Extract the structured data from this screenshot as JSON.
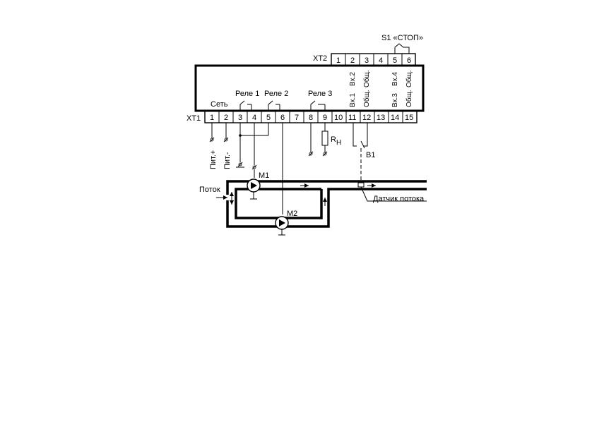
{
  "xt1": {
    "label": "XT1",
    "pins": [
      "1",
      "2",
      "3",
      "4",
      "5",
      "6",
      "7",
      "8",
      "9",
      "10",
      "11",
      "12",
      "13",
      "14",
      "15"
    ]
  },
  "xt2": {
    "label": "XT2",
    "pins": [
      "1",
      "2",
      "3",
      "4",
      "5",
      "6"
    ]
  },
  "device_labels": {
    "network": "Сеть",
    "relay1": "Реле 1",
    "relay2": "Реле 2",
    "relay3": "Реле 3",
    "in1": "Вх.1",
    "com1": "Общ.",
    "in2": "Вх.2",
    "com2": "Общ.",
    "in3": "Вх.3",
    "com3": "Общ.",
    "in4": "Вх.4",
    "com4": "Общ."
  },
  "external": {
    "stop_switch": "S1 «СТОП»",
    "power_plus": "Пит.+",
    "power_minus": "Пит.-",
    "load_resistor": "R",
    "load_resistor_sub": "Н",
    "sensor": "B1",
    "pump1": "M1",
    "pump2": "M2",
    "flow": "Поток",
    "flow_sensor": "Датчик потока"
  }
}
